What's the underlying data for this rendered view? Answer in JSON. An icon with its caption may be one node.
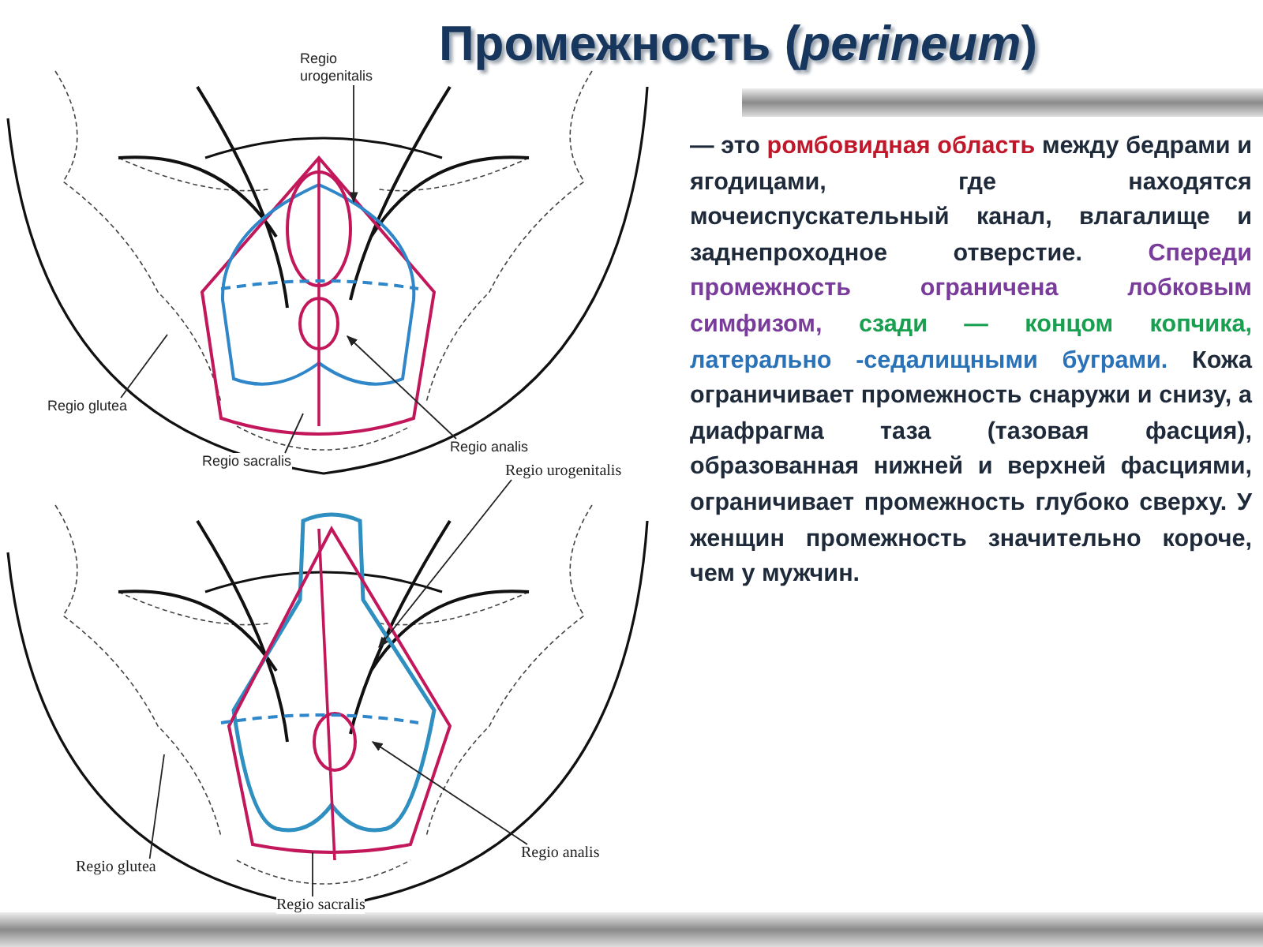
{
  "diagram": {
    "title": "Промежность (*perineum*)",
    "nodes": [
      {
        "text": [
          "Regio urogenitalis"
        ]
      },
      {
        "text": [
          "Regio glutea"
        ]
      },
      {
        "text": [
          "Regio sacralis"
        ]
      },
      {
        "text": [
          "Regio analis"
        ]
      },
      {
        "text": [
          "Regio urogenitalis"
        ]
      },
      {
        "text": [
          "Regio glutea"
        ]
      },
      {
        "text": [
          "Regio analis"
        ]
      },
      {
        "text": [
          "Regio sacralis"
        ]
      }
    ],
    "edges": [
      {
        "from": 0,
        "to": null,
        "arrow": "to"
      },
      {
        "from": 1,
        "to": null,
        "arrow": "none"
      },
      {
        "from": 2,
        "to": null,
        "arrow": "none"
      },
      {
        "from": 3,
        "to": null,
        "arrow": "to"
      },
      {
        "from": 4,
        "to": null,
        "arrow": "to"
      },
      {
        "from": 5,
        "to": null,
        "arrow": "none"
      },
      {
        "from": 6,
        "to": null,
        "arrow": "to"
      },
      {
        "from": 7,
        "to": null,
        "arrow": "none"
      }
    ],
    "labels": [
      "— это",
      "ромбовидная область",
      "между бедрами и ягодицами, где находятся мочеиспускательный канал, влагалище и заднепроходное отверстие.",
      "Спереди промежность ограничена лобковым симфизом,",
      "сзади — концом копчика,",
      "латерально -седалищными буграми.",
      "Кожа ограничивает промежность снаружи и снизу, а диафрагма таза (тазовая фасция), образованная нижней и верхней фасциями, ограничивает промежность глубоко сверху. У женщин промежность значительно короче, чем у мужчин."
    ]
  }
}
